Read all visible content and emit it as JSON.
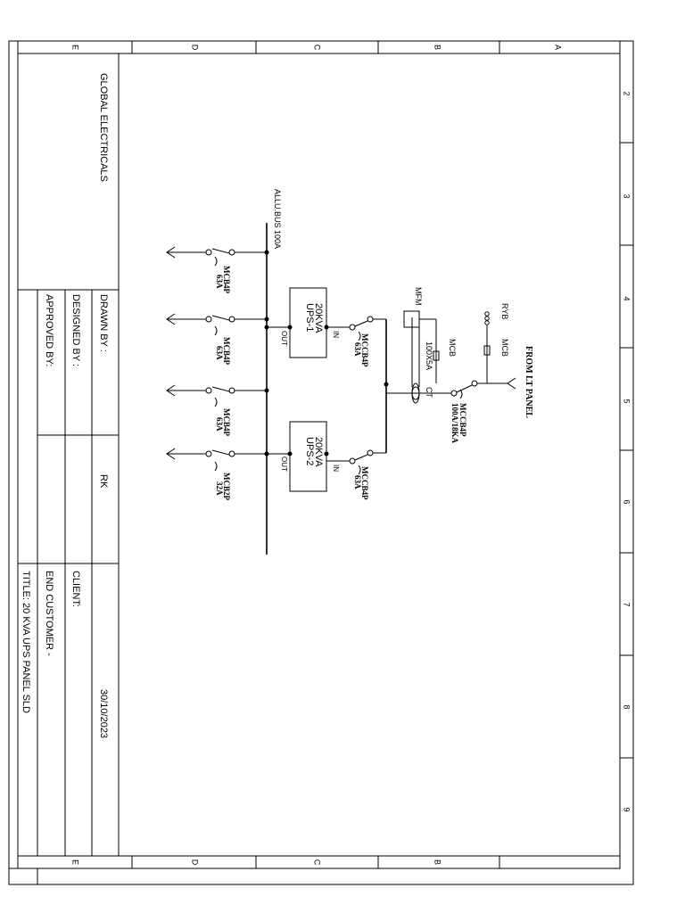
{
  "company": "GLOBAL ELECTRICALS",
  "title_block": {
    "drawn_by_label": "DRAWN BY :",
    "drawn_by_value": "RK",
    "designed_by_label": "DESIGNED BY :",
    "approved_by_label": "APPROVED BY:",
    "client_label": "CLIENT:",
    "date": "30/10/2023",
    "end_customer_label": "END CUSTOMER -",
    "title": "TITLE: 20 KVA UPS PANEL SLD"
  },
  "zones": {
    "columns": [
      "A",
      "B",
      "C",
      "D",
      "E"
    ],
    "rows": [
      "2",
      "3",
      "4",
      "5",
      "6",
      "7",
      "8",
      "9"
    ]
  },
  "diagram": {
    "source": "FROM LT PANEL",
    "incomer_breaker": [
      "MCCB4P",
      "100A/18KA"
    ],
    "phase_label": "RYB",
    "mcb_label": "MCB",
    "ct_label": "CT",
    "ct_ratio": "100X5A",
    "mcb_meter_label": "MCB",
    "meter_label": "MFM",
    "bus_label": "ALLU.BUS  100A",
    "ups1": {
      "rating": "20KVA",
      "name": "UPS-1",
      "in": "IN",
      "out": "OUT",
      "breaker": [
        "MCCB4P",
        "63A"
      ]
    },
    "ups2": {
      "rating": "20KVA",
      "name": "UPS-2",
      "in": "IN",
      "out": "OUT",
      "breaker": [
        "MCCB4P",
        "63A"
      ]
    },
    "outgoings": [
      {
        "breaker": "MCB4P",
        "rating": "63A"
      },
      {
        "breaker": "MCB4P",
        "rating": "63A"
      },
      {
        "breaker": "MCB4P",
        "rating": "63A"
      },
      {
        "breaker": "MCB2P",
        "rating": "32A"
      }
    ]
  }
}
